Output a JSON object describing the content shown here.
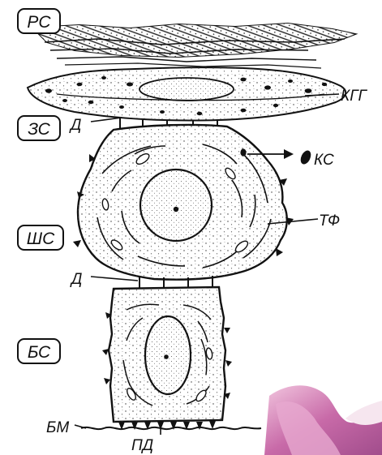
{
  "labels": {
    "rs": "РС",
    "zs": "ЗС",
    "shs": "ШС",
    "bs": "БС",
    "kgg": "КГГ",
    "d_upper": "Д",
    "ks": "КС",
    "tf": "ТФ",
    "d_lower": "Д",
    "bm": "БМ",
    "pd": "ПД"
  }
}
